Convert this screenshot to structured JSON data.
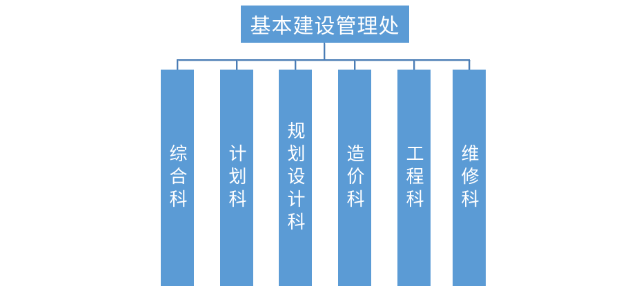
{
  "org_chart": {
    "root": {
      "label": "基本建设管理处"
    },
    "departments": [
      {
        "label": "综合科"
      },
      {
        "label": "计划科"
      },
      {
        "label": "规划设计科"
      },
      {
        "label": "造价科"
      },
      {
        "label": "工程科"
      },
      {
        "label": "维修科"
      }
    ],
    "colors": {
      "node_fill": "#5b9bd5",
      "connector_line": "#4a7db6",
      "text": "#ffffff",
      "background": "#ffffff"
    }
  }
}
